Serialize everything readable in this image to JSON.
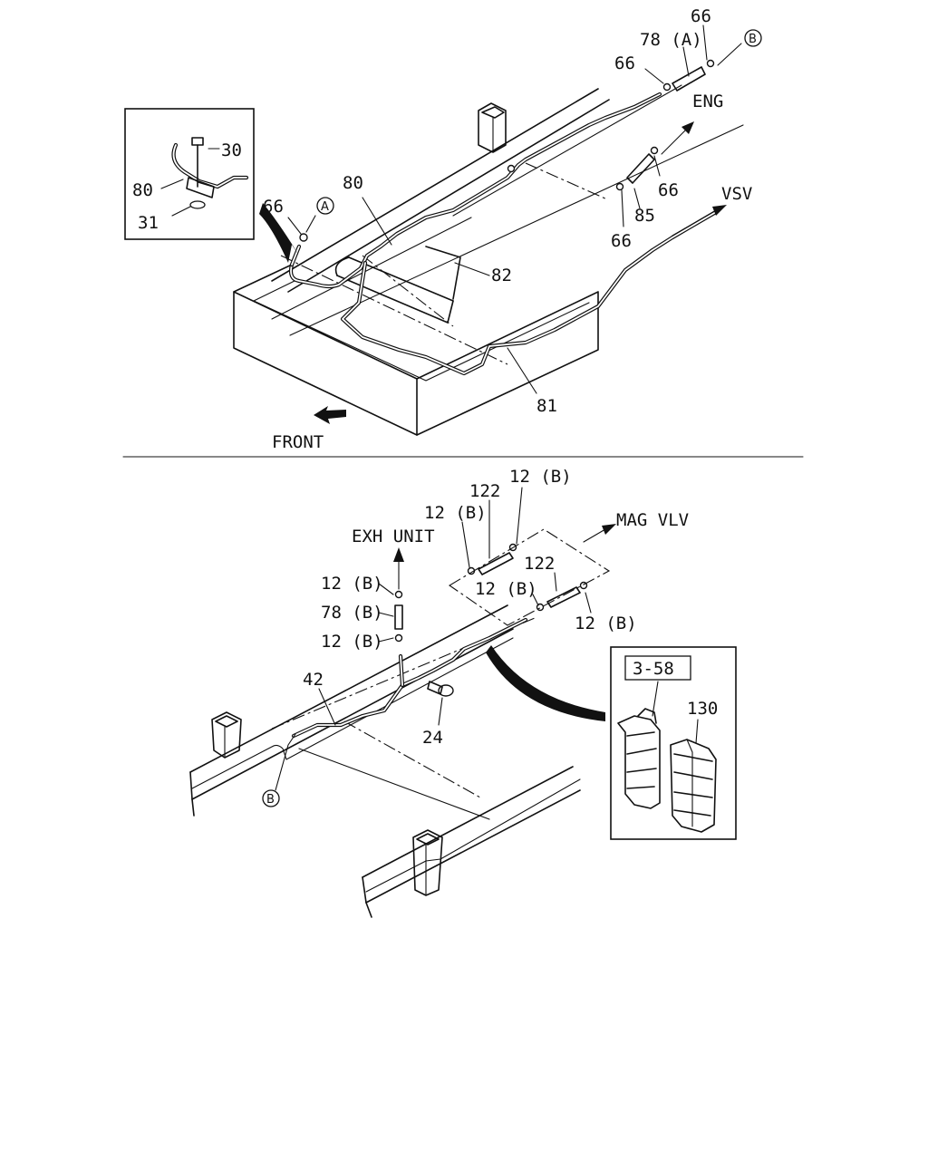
{
  "top_view": {
    "labels": {
      "p66_top": "66",
      "p78a": "78 (A)",
      "p66_left": "66",
      "p80_main": "80",
      "p66_mid": "66",
      "p66_mid2": "66",
      "p85": "85",
      "p82": "82",
      "p81": "81",
      "p66_clip": "66"
    },
    "circle_markers": {
      "b": "B",
      "a": "A"
    },
    "directions": {
      "eng": "ENG",
      "vsv": "VSV",
      "front": "FRONT"
    },
    "inset": {
      "p30": "30",
      "p80": "80",
      "p31": "31"
    }
  },
  "bottom_view": {
    "labels": {
      "p12b_top": "12 (B)",
      "p122_top": "122",
      "p12b_left": "12 (B)",
      "p122_mid": "122",
      "p12b_mid": "12 (B)",
      "p12b_right": "12 (B)",
      "p12b_exh1": "12 (B)",
      "p78b": "78 (B)",
      "p12b_exh2": "12 (B)",
      "p42": "42",
      "p24": "24"
    },
    "circle_markers": {
      "b": "B"
    },
    "directions": {
      "exh_unit": "EXH UNIT",
      "mag_vlv": "MAG VLV"
    },
    "inset": {
      "ref": "3-58",
      "p130": "130"
    }
  }
}
